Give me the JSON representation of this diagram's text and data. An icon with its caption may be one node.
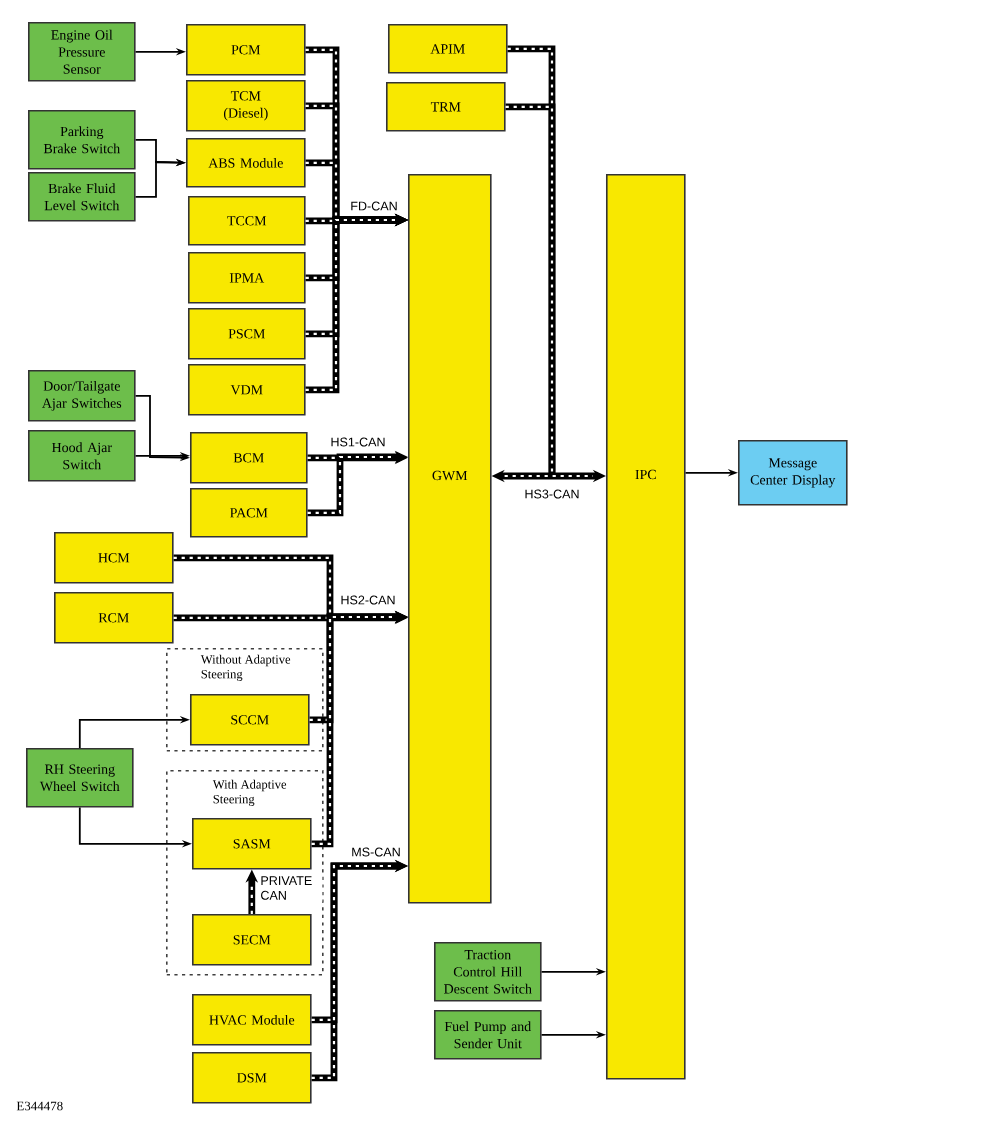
{
  "diagram": {
    "nodes": [
      {
        "text": [
          "Engine Oil Pressure Sensor"
        ]
      },
      {
        "text": [
          "PCM"
        ]
      },
      {
        "text": [
          "TCM (Diesel)"
        ]
      },
      {
        "text": [
          "Parking Brake Switch"
        ]
      },
      {
        "text": [
          "ABS Module"
        ]
      },
      {
        "text": [
          "Brake Fluid Level Switch"
        ]
      },
      {
        "text": [
          "TCCM"
        ]
      },
      {
        "text": [
          "IPMA"
        ]
      },
      {
        "text": [
          "PSCM"
        ]
      },
      {
        "text": [
          "VDM"
        ]
      },
      {
        "text": [
          "Door/Tailgate Ajar Switches"
        ]
      },
      {
        "text": [
          "Hood Ajar Switch"
        ]
      },
      {
        "text": [
          "BCM"
        ]
      },
      {
        "text": [
          "PACM"
        ]
      },
      {
        "text": [
          "HCM"
        ]
      },
      {
        "text": [
          "RCM"
        ]
      },
      {
        "text": [
          "Without Adaptive Steering"
        ]
      },
      {
        "text": [
          "SCCM"
        ],
        "in": 16
      },
      {
        "text": [
          "RH Steering Wheel Switch"
        ]
      },
      {
        "text": [
          "With Adaptive Steering"
        ]
      },
      {
        "text": [
          "SASM"
        ],
        "in": 19
      },
      {
        "text": [
          "SECM"
        ],
        "in": 19
      },
      {
        "text": [
          "HVAC Module"
        ]
      },
      {
        "text": [
          "DSM"
        ]
      },
      {
        "text": [
          "APIM"
        ]
      },
      {
        "text": [
          "TRM"
        ]
      },
      {
        "text": [
          "GWM"
        ]
      },
      {
        "text": [
          "IPC"
        ]
      },
      {
        "text": [
          "Message Center Display"
        ]
      },
      {
        "text": [
          "Traction Control Hill Descent Switch"
        ]
      },
      {
        "text": [
          "Fuel Pump and Sender Unit"
        ]
      }
    ],
    "edges": [
      {
        "from": 0,
        "to": 1,
        "arrow": "to"
      },
      {
        "from": 3,
        "to": 4,
        "arrow": "to"
      },
      {
        "from": 5,
        "to": 4,
        "arrow": "to"
      },
      {
        "from": 1,
        "to": 26,
        "arrow": "to"
      },
      {
        "from": 2,
        "to": 26,
        "arrow": "to"
      },
      {
        "from": 4,
        "to": 26,
        "arrow": "to"
      },
      {
        "from": 6,
        "to": 26,
        "arrow": "to",
        "label": "FD-CAN"
      },
      {
        "from": 7,
        "to": 26,
        "arrow": "to"
      },
      {
        "from": 8,
        "to": 26,
        "arrow": "to"
      },
      {
        "from": 9,
        "to": 26,
        "arrow": "to"
      },
      {
        "from": 10,
        "to": 12,
        "arrow": "to"
      },
      {
        "from": 11,
        "to": 12,
        "arrow": "to"
      },
      {
        "from": 12,
        "to": 26,
        "arrow": "to",
        "label": "HS1-CAN"
      },
      {
        "from": 13,
        "to": 26,
        "arrow": "to"
      },
      {
        "from": 14,
        "to": 26,
        "arrow": "to"
      },
      {
        "from": 15,
        "to": 26,
        "arrow": "to",
        "label": "HS2-CAN"
      },
      {
        "from": 17,
        "to": 26,
        "arrow": "to"
      },
      {
        "from": 20,
        "to": 26,
        "arrow": "to"
      },
      {
        "from": 18,
        "to": 17,
        "arrow": "to"
      },
      {
        "from": 18,
        "to": 20,
        "arrow": "to"
      },
      {
        "from": 21,
        "to": 20,
        "arrow": "to",
        "label": "PRIVATE CAN"
      },
      {
        "from": 22,
        "to": 26,
        "arrow": "to",
        "label": "MS-CAN"
      },
      {
        "from": 23,
        "to": 26,
        "arrow": "to"
      },
      {
        "from": 24,
        "to": null,
        "arrow": "none"
      },
      {
        "from": 25,
        "to": null,
        "arrow": "none"
      },
      {
        "from": 26,
        "to": 27,
        "arrow": "both",
        "label": "HS3-CAN"
      },
      {
        "from": 27,
        "to": 28,
        "arrow": "to"
      },
      {
        "from": 29,
        "to": 27,
        "arrow": "to"
      },
      {
        "from": 30,
        "to": 27,
        "arrow": "to"
      }
    ],
    "labels": [
      "E344478"
    ]
  }
}
